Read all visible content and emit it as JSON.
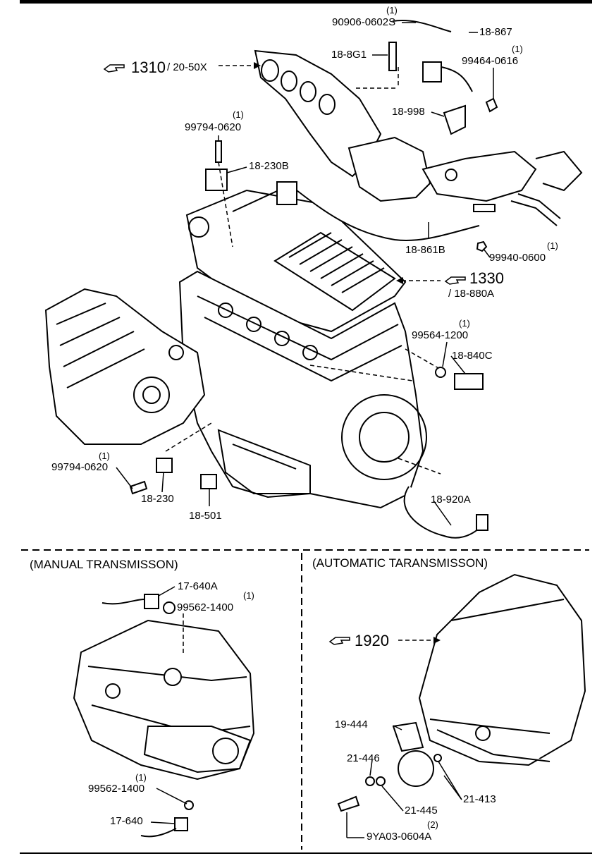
{
  "sections": {
    "manual": "(MANUAL TRANSMISSON)",
    "automatic": "(AUTOMATIC TARANSMISSON)"
  },
  "references": [
    {
      "id": "ref-1310",
      "main": "1310",
      "sub": "/ 20-50X"
    },
    {
      "id": "ref-1330",
      "main": "1330",
      "sub": "/ 18-880A"
    },
    {
      "id": "ref-1920",
      "main": "1920",
      "sub": ""
    }
  ],
  "parts": {
    "p_90906_0602S": {
      "number": "90906-0602S",
      "qty": "(1)"
    },
    "p_18_867": {
      "number": "18-867"
    },
    "p_18_8G1": {
      "number": "18-8G1"
    },
    "p_99464_0616": {
      "number": "99464-0616",
      "qty": "(1)"
    },
    "p_18_998": {
      "number": "18-998"
    },
    "p_99794_0620_top": {
      "number": "99794-0620",
      "qty": "(1)"
    },
    "p_18_230B": {
      "number": "18-230B"
    },
    "p_18_861B": {
      "number": "18-861B"
    },
    "p_99940_0600": {
      "number": "99940-0600",
      "qty": "(1)"
    },
    "p_99564_1200": {
      "number": "99564-1200",
      "qty": "(1)"
    },
    "p_18_840C": {
      "number": "18-840C"
    },
    "p_99794_0620_low": {
      "number": "99794-0620",
      "qty": "(1)"
    },
    "p_18_230": {
      "number": "18-230"
    },
    "p_18_501": {
      "number": "18-501"
    },
    "p_18_920A": {
      "number": "18-920A"
    },
    "p_17_640A": {
      "number": "17-640A"
    },
    "p_99562_1400_top": {
      "number": "99562-1400",
      "qty": "(1)"
    },
    "p_99562_1400_low": {
      "number": "99562-1400",
      "qty": "(1)"
    },
    "p_17_640": {
      "number": "17-640"
    },
    "p_19_444": {
      "number": "19-444"
    },
    "p_21_446": {
      "number": "21-446"
    },
    "p_21_445": {
      "number": "21-445"
    },
    "p_21_413": {
      "number": "21-413"
    },
    "p_9YA03_0604A": {
      "number": "9YA03-0604A",
      "qty": "(2)"
    }
  }
}
